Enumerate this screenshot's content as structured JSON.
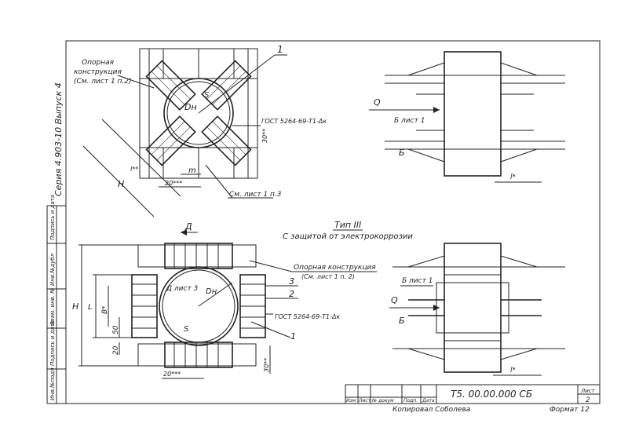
{
  "sheet": {
    "series_label": "Серия 4.903-10 Выпуск 4",
    "side_labels": [
      "Инв.№подл",
      "Подпись и дата",
      "Взам. инв. №",
      "Инв.№дубл",
      "Подпись и дата"
    ]
  },
  "view_top_left": {
    "callout_1": "1",
    "support_line1": "Опорная",
    "support_line2": "конструкция",
    "support_line3": "(См. лист 1 п.2)",
    "dn": "Dн",
    "s": "S",
    "gost": "ГОСТ 5264-69-Т1-Δк",
    "dim_30": "30**",
    "dim_h": "H",
    "dim_l": "l**",
    "dim_m": "m",
    "dim_20": "20***",
    "see_sheet": "См. лист 1 п.3"
  },
  "view_top_right": {
    "q": "Q",
    "b_sheet": "Б лист 1",
    "b": "Б",
    "dim_l": "l*"
  },
  "type_heading": {
    "title": "Тип III",
    "subtitle": "С защитой от электрокоррозии"
  },
  "view_bottom_left": {
    "d_marker": "Д",
    "support_line1": "Опорная конструкция",
    "support_line2": "(См. лист 1 п. 2)",
    "d_sheet": "Д лист 3",
    "dn": "Dн",
    "s": "S",
    "callout_3": "3",
    "callout_2": "2",
    "callout_1": "1",
    "gost": "ГОСТ 5264-69-Т1-Δк",
    "dim_h": "H",
    "dim_l": "L",
    "dim_b": "B*",
    "dim_50": "50",
    "dim_20": "20",
    "dim_20b": "20***",
    "dim_30": "30**"
  },
  "view_bottom_right": {
    "b_sheet": "Б лист 1",
    "q": "Q",
    "b": "Б",
    "dim_l": "l*"
  },
  "title_block": {
    "doc_number": "Т5. 00.00.000 СБ",
    "sheet_label": "Лист",
    "sheet_number": "2",
    "columns": [
      "Изм",
      "Лист",
      "№ докум",
      "Подп.",
      "Дата"
    ],
    "copied": "Копировал Соболева",
    "format": "Формат 12"
  }
}
